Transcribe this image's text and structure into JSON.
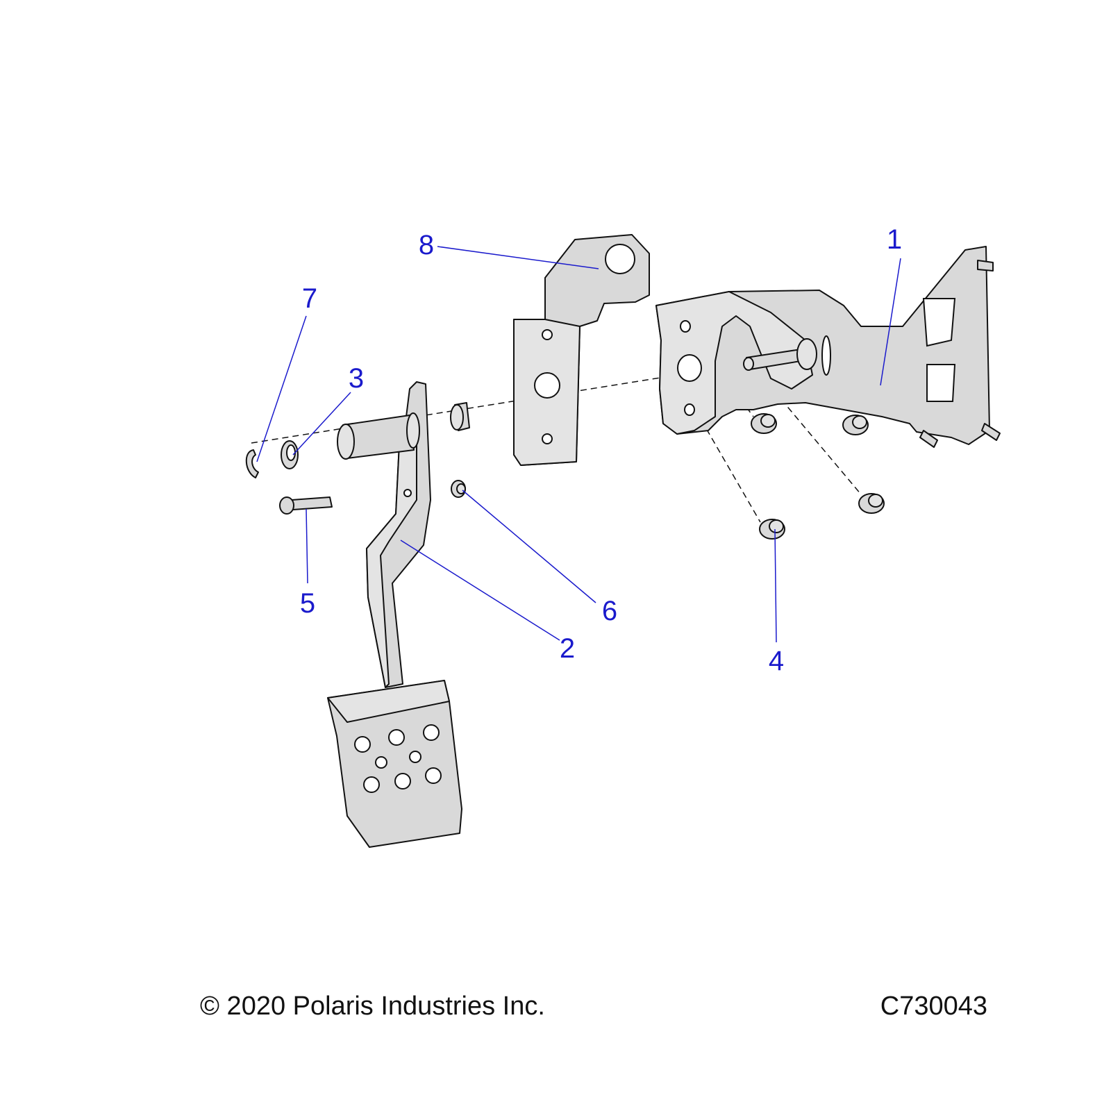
{
  "callouts": [
    {
      "id": "1",
      "label": "1"
    },
    {
      "id": "2",
      "label": "2"
    },
    {
      "id": "3",
      "label": "3"
    },
    {
      "id": "4",
      "label": "4"
    },
    {
      "id": "5",
      "label": "5"
    },
    {
      "id": "6",
      "label": "6"
    },
    {
      "id": "7",
      "label": "7"
    },
    {
      "id": "8",
      "label": "8"
    }
  ],
  "footer": {
    "copyright": "© 2020 Polaris Industries Inc.",
    "drawing_number": "C730043"
  },
  "colors": {
    "callout": "#1a1acc",
    "part_fill": "#d9d9d9",
    "outline": "#111111"
  }
}
